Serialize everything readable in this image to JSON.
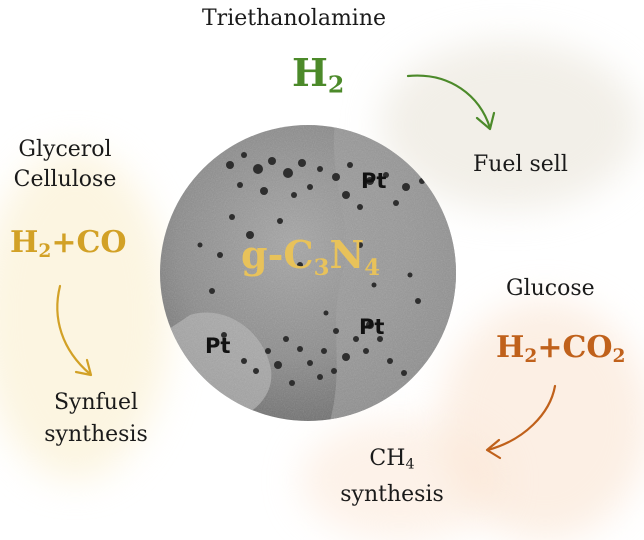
{
  "colors": {
    "green": "#4c8a2a",
    "gold": "#d2a126",
    "orange": "#c0611b",
    "label_gold": "#e8c25a"
  },
  "top": {
    "source": "Triethanolamine",
    "formula_main": "H",
    "formula_sub": "2",
    "target": "Fuel sell"
  },
  "left": {
    "source_line1": "Glycerol",
    "source_line2": "Cellulose",
    "formula_main": "H",
    "formula_sub": "2",
    "formula_rest": "+CO",
    "target_line1": "Synfuel",
    "target_line2": "synthesis"
  },
  "right": {
    "source": "Glucose",
    "formula_main": "H",
    "formula_sub1": "2",
    "formula_mid": "+CO",
    "formula_sub2": "2",
    "target_line1_main": "CH",
    "target_line1_sub": "4",
    "target_line2": "synthesis"
  },
  "center": {
    "label_pre": "g-C",
    "label_sub1": "3",
    "label_mid": "N",
    "label_sub2": "4",
    "pt_labels": [
      "Pt",
      "Pt",
      "Pt"
    ]
  }
}
